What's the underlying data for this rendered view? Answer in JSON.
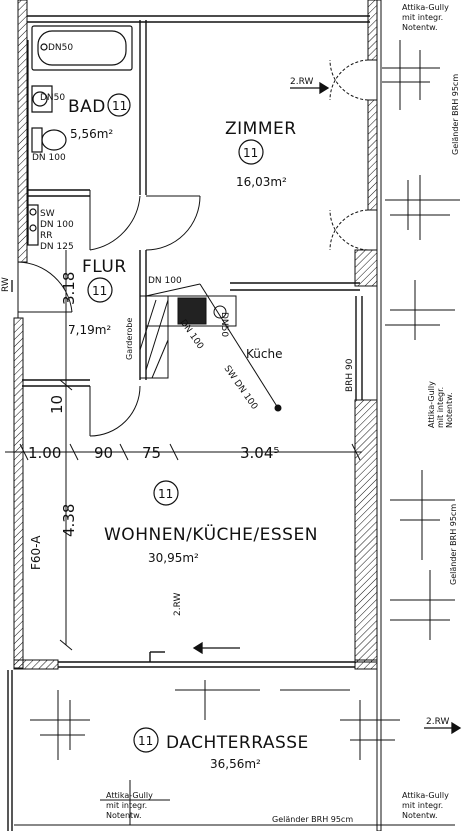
{
  "rooms": {
    "bad": {
      "name": "BAD",
      "unit": "11",
      "area": "5,56m²"
    },
    "zimmer": {
      "name": "ZIMMER",
      "unit": "11",
      "area": "16,03m²"
    },
    "flur": {
      "name": "FLUR",
      "unit": "11",
      "area": "7,19m²"
    },
    "kueche": {
      "name": "Küche"
    },
    "wohnen": {
      "name": "WOHNEN/KÜCHE/ESSEN",
      "unit": "11",
      "area": "30,95m²"
    },
    "terrasse": {
      "name": "DACHTERRASSE",
      "unit": "11",
      "area": "36,56m²"
    },
    "garderobe": {
      "name": "Garderobe"
    }
  },
  "pipes": {
    "dn50_tub": "DN50",
    "dn50_basin": "DN50",
    "dn100_wc": "DN 100",
    "shaft_sw": "SW",
    "shaft_dn100": "DN 100",
    "shaft_rr": "RR",
    "shaft_dn125": "DN 125",
    "kitchen_dn100": "DN 100",
    "kitchen_dn50": "DN50",
    "diag_dn100": "DN 100",
    "sw_dn100": "SW DN 100"
  },
  "dimensions": {
    "d1": "1.00",
    "d2": "90",
    "d3": "75",
    "d4": "3.04⁵",
    "height1": "3.18",
    "height2": "10",
    "height3": "4.38"
  },
  "annotations": {
    "rw_zimmer": "2.RW",
    "rw_wohnen": "2.RW",
    "rw_terrasse": "2.RW",
    "rw_flur": "RW",
    "brh90": "BRH 90",
    "f60a": "F60-A",
    "gel_right_top": "Geländer  BRH 95cm",
    "gel_right_mid": "Geländer  BRH 95cm",
    "gel_bottom": "Geländer  BRH 95cm",
    "attika_top": [
      "Attika-Gully",
      "mit integr.",
      "Notentw."
    ],
    "attika_mid": [
      "Attika-Gully",
      "mit integr.",
      "Notentw."
    ],
    "attika_bl": [
      "Attika-Gully",
      "mit integr.",
      "Notentw."
    ],
    "attika_br": [
      "Attika-Gully",
      "mit integr.",
      "Notentw."
    ]
  }
}
